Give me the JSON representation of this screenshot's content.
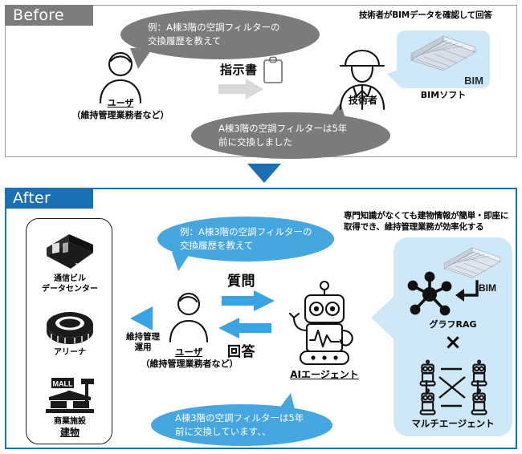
{
  "colors": {
    "before_badge": "#7c7c7c",
    "after_badge": "#1a6fb5",
    "gray_bubble": "#7b7b7b",
    "blue_bubble": "#46a6e0",
    "light_blue_panel": "#cfe8f7",
    "blue_arrow": "#3aa3e3",
    "panel_border_after": "#1a6fb5",
    "panel_border_before": "#9a9a9a"
  },
  "before": {
    "badge": "Before",
    "question_bubble": "例：A棟3階の空調フィルターの交換履歴を教えて",
    "question_bubble_line1": "例：A棟3階の空調フィルターの",
    "question_bubble_line2": "交換履歴を教えて",
    "answer_bubble_line1": "A棟3階の空調フィルターは5年",
    "answer_bubble_line2": "前に交換しました",
    "user_label": "ユーザ",
    "user_sublabel": "（維持管理業務者など）",
    "instruction_label": "指示書",
    "engineer_label": "技術者",
    "top_note_line1": "技術者がBIMデータを確認して回答",
    "bim_label": "BIM",
    "bim_soft_label": "BIMソフト",
    "icons": {
      "user": "person-icon",
      "engineer": "helmet-worker-icon",
      "instruction": "clipboard-icon",
      "arrow": "gray-right-arrow-icon",
      "bim_model": "bim-building-3d-icon"
    }
  },
  "after": {
    "badge": "After",
    "question_bubble_line1": "例：A棟3階の空調フィルターの",
    "question_bubble_line2": "交換履歴を教えて",
    "answer_bubble_line1": "A棟3階の空調フィルターは5年",
    "answer_bubble_line2": "前に交換しています、、",
    "question_arrow_label": "質問",
    "answer_arrow_label": "回答",
    "user_label": "ユーザ",
    "user_sublabel": "（維持管理業務者など）",
    "maintenance_label_line1": "維持管理",
    "maintenance_label_line2": "運用",
    "ai_agent_label": "AIエージェント",
    "top_note_line1": "専門知識がなくても建物情報が簡単・即座に",
    "top_note_line2": "取得でき、維持管理業務が効率化する",
    "buildings": {
      "title": "建物",
      "items": [
        {
          "label_line1": "通信ビル",
          "label_line2": "データセンター",
          "icon": "data-center-icon"
        },
        {
          "label_line1": "アリーナ",
          "label_line2": "",
          "icon": "arena-stadium-icon"
        },
        {
          "label_line1": "商業施設",
          "label_line2": "",
          "icon": "shopping-mall-icon"
        }
      ]
    },
    "tech": {
      "bim_label": "BIM",
      "graph_rag_label": "グラフRAG",
      "multiplier_symbol": "×",
      "multi_agent_label": "マルチエージェント",
      "icons": {
        "graph": "graph-nodes-icon",
        "bim_model": "bim-building-3d-icon",
        "hook_arrow": "hook-arrow-icon",
        "multi_agent": "four-robots-icon"
      }
    },
    "icons": {
      "user": "person-icon",
      "robot": "ai-robot-icon",
      "maintenance_arrow": "blue-left-triangle-icon",
      "question_arrow": "blue-right-arrow-icon",
      "answer_arrow": "blue-left-arrow-icon"
    }
  },
  "transition": {
    "icon": "blue-down-triangle-icon"
  }
}
